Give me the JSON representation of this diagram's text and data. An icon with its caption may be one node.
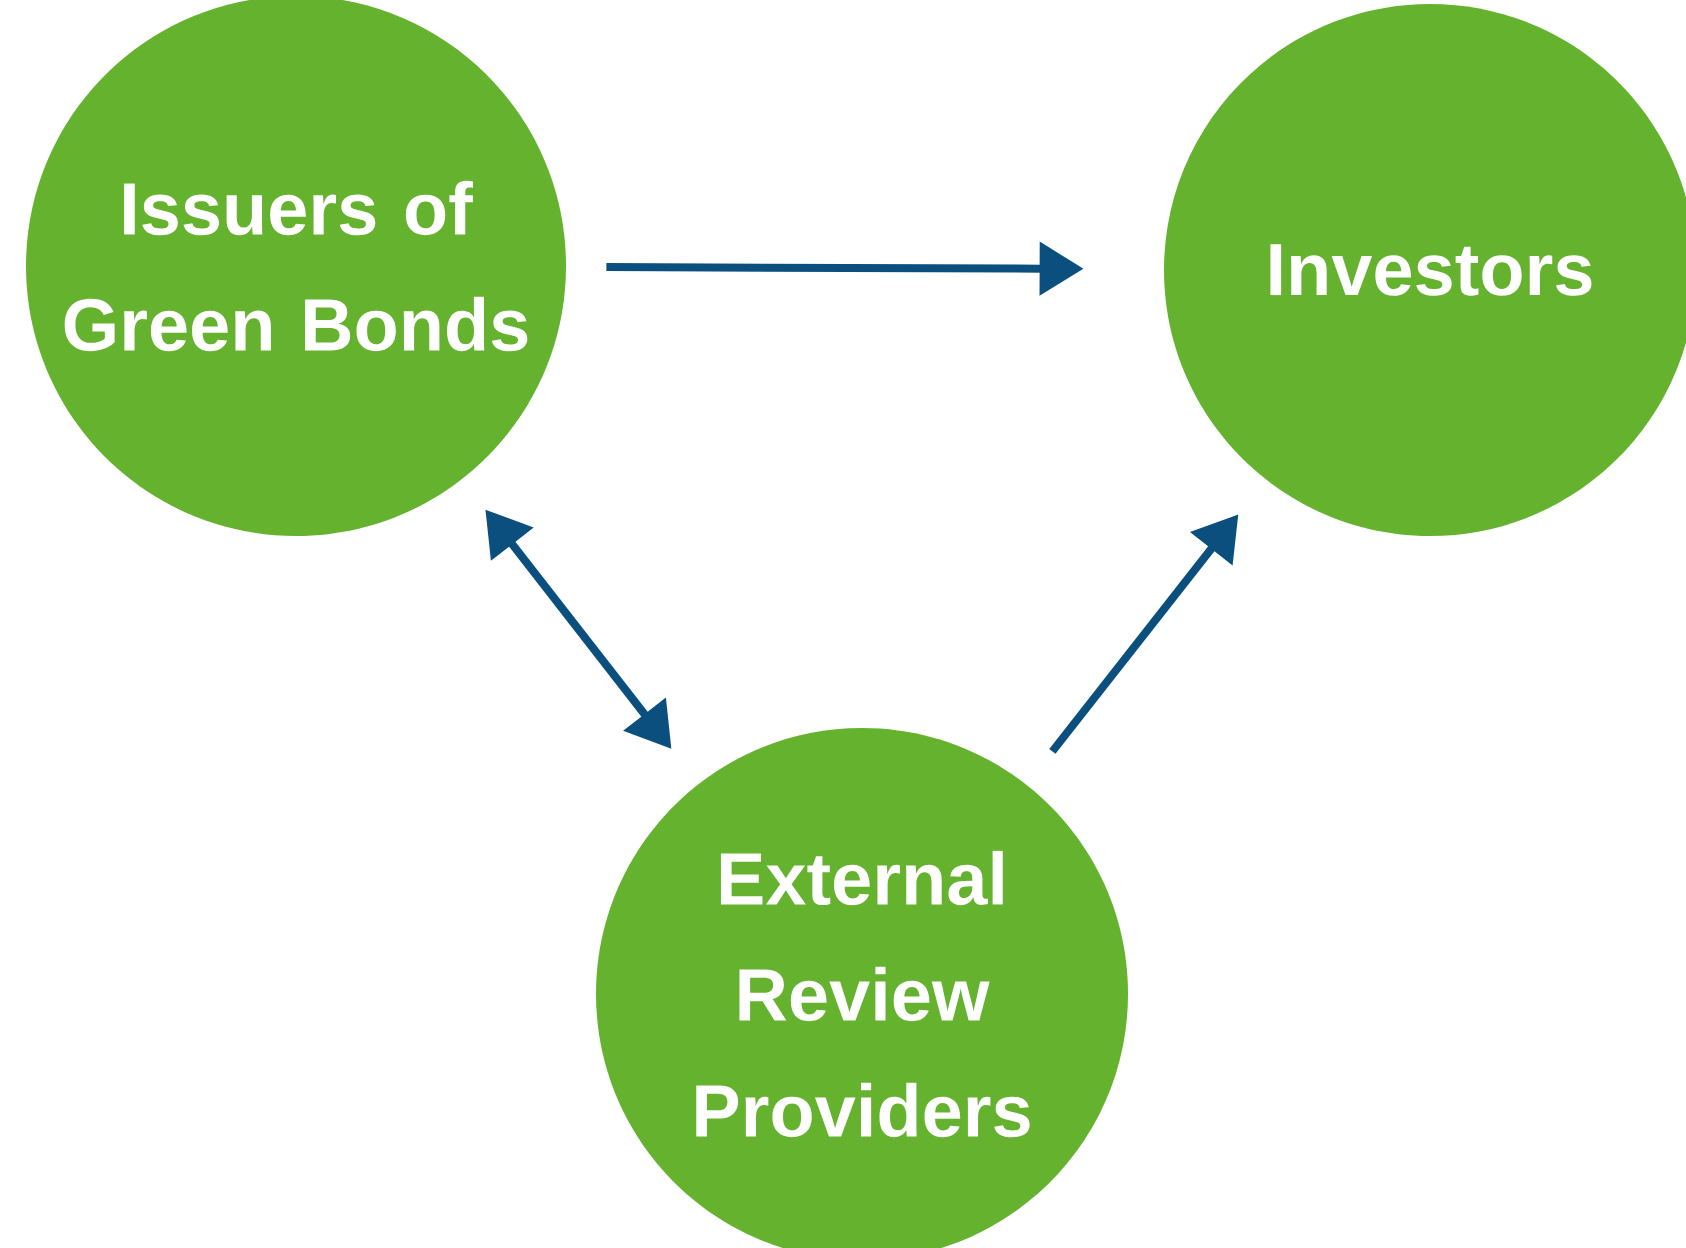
{
  "diagram": {
    "nodes": [
      {
        "text": [
          "Issuers of Green Bonds"
        ]
      },
      {
        "text": [
          "Investors"
        ]
      },
      {
        "text": [
          "External Review Providers"
        ]
      }
    ],
    "edges": [
      {
        "from": 0,
        "to": 1,
        "arrow": "to"
      },
      {
        "from": 0,
        "to": 2,
        "arrow": "both"
      },
      {
        "from": 2,
        "to": 1,
        "arrow": "to"
      }
    ]
  }
}
